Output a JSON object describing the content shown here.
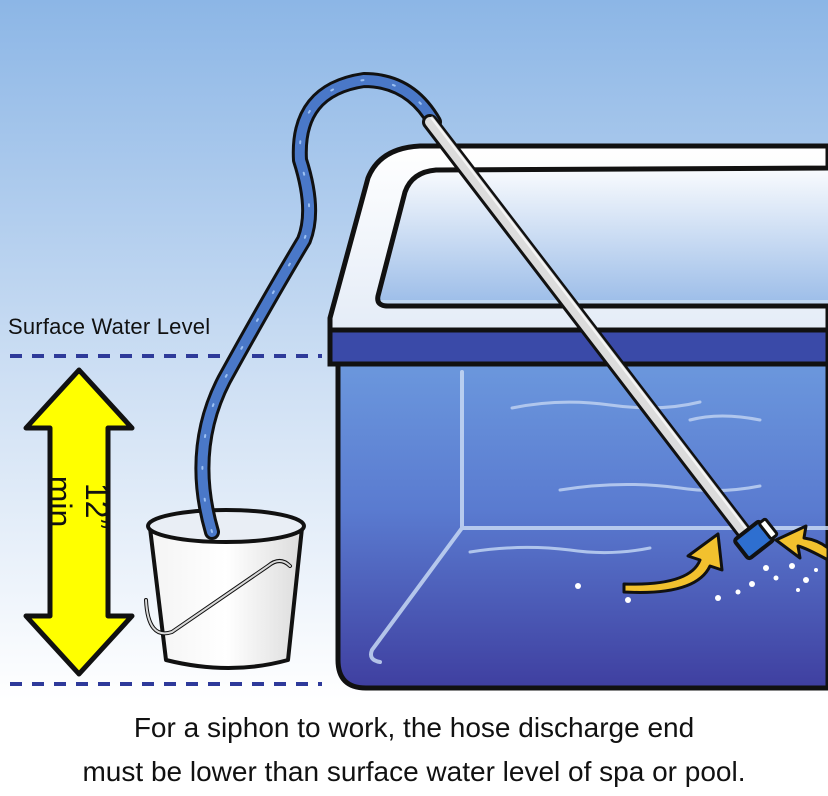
{
  "labels": {
    "surface_water_level": "Surface Water Level",
    "min_height": "12” min."
  },
  "caption": {
    "line1": "For a siphon to work, the hose discharge end",
    "line2": "must be lower than surface water level of spa or pool."
  },
  "colors": {
    "sky_top": "#8cb6e6",
    "sky_bottom": "#ffffff",
    "tub_rim": "#3a4aa8",
    "tub_water_top": "#6f9ee0",
    "tub_water_bottom": "#3f3fa0",
    "hose": "#4a78c8",
    "arrow": "#ffff00",
    "flow_arrow": "#f2c12e",
    "dashed_line": "#2e3a9a"
  },
  "icons": {
    "height_arrow": "double-headed-arrow",
    "flow": "curved-arrow"
  }
}
